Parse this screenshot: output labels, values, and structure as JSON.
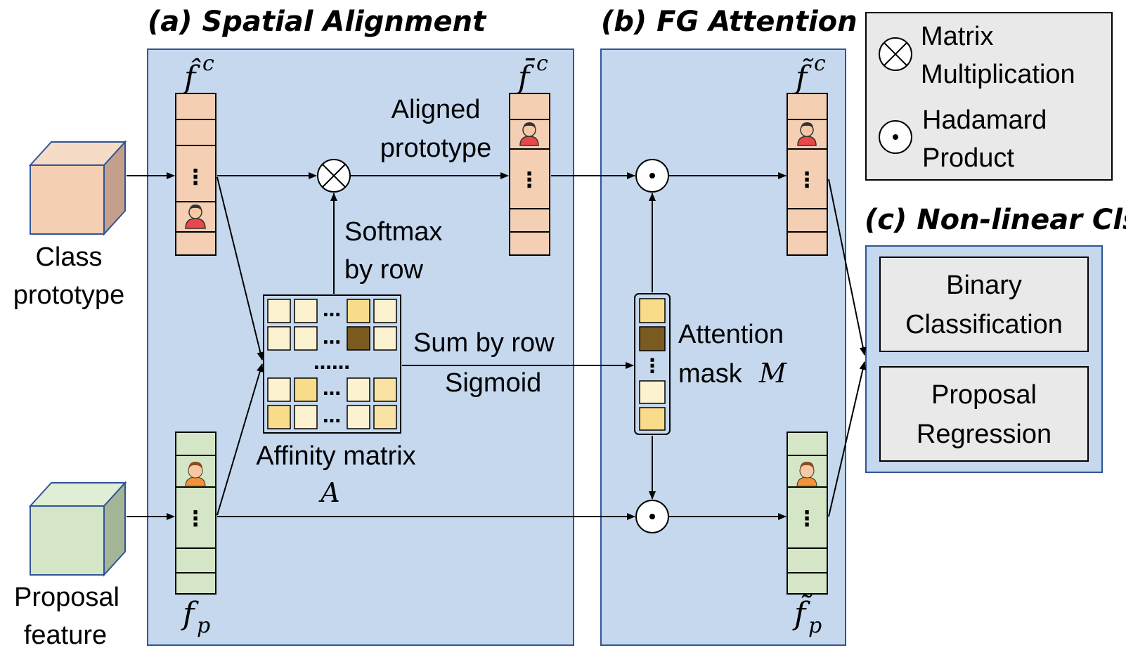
{
  "titles": {
    "spatial_alignment": "(a) Spatial Alignment",
    "fg_attention": "(b) FG  Attention",
    "non_linear_cls": "(c) Non-linear Cls"
  },
  "inputs": {
    "class_prototype": [
      "Class",
      "prototype"
    ],
    "proposal_feature": [
      "Proposal",
      "feature"
    ]
  },
  "symbols": {
    "f_hat_c": "f̂",
    "f_bar_c": "f̄",
    "f_tilde_c": "f̃",
    "c_sup": "c",
    "f_p": "f",
    "f_tilde_p": "f̃",
    "p_sub": "p"
  },
  "labels": {
    "aligned_prototype": [
      "Aligned",
      "prototype"
    ],
    "softmax": [
      "Softmax",
      "by row"
    ],
    "sum_by_row": "Sum by row",
    "sigmoid": "Sigmoid",
    "affinity_matrix": "Affinity matrix",
    "affinity_symbol": "A",
    "attention_mask": [
      "Attention",
      "mask"
    ],
    "mask_symbol": "M"
  },
  "legend": {
    "matrix_mult": [
      "Matrix",
      "Multiplication"
    ],
    "hadamard": [
      "Hadamard",
      "Product"
    ]
  },
  "cls": {
    "binary": [
      "Binary",
      "Classification"
    ],
    "regression": [
      "Proposal",
      "Regression"
    ]
  },
  "colors": {
    "panel_fill": "#c5d8ee",
    "panel_border": "#2f5597",
    "prototype_orange": "#f4cfb3",
    "proposal_green": "#d4e6c5",
    "cell_light": "#fdf2d0",
    "cell_mid": "#f9dc8a",
    "cell_dark": "#7a5a1e"
  }
}
